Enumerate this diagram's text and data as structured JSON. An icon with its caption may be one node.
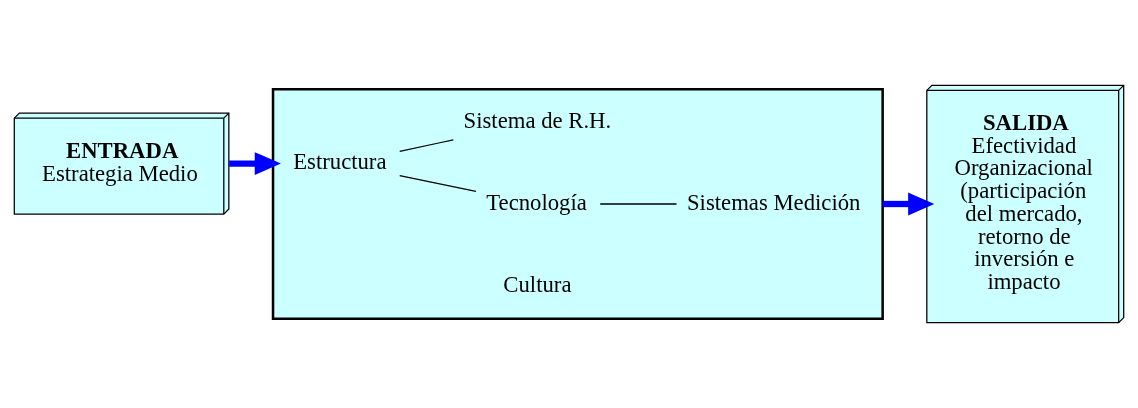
{
  "diagram": {
    "nodes": [
      {
        "text": [
          "ENTRADA",
          "Estrategia Medio"
        ]
      },
      {
        "text": [],
        "shape": "box"
      },
      {
        "text": [
          "Tecnología"
        ],
        "in": 1
      },
      {
        "text": [
          "Estructura"
        ],
        "in": 1
      },
      {
        "text": [
          "Cultura"
        ],
        "in": 1
      },
      {
        "text": [
          "Sistemas Medición"
        ],
        "in": 1
      },
      {
        "text": [
          "Sistema de R.H."
        ],
        "in": 1
      },
      {
        "text": [
          "SALIDA",
          "Efectividad Organizacional",
          "(participación del mercado, retorno de inversión e impacto"
        ]
      }
    ],
    "edges": [
      {
        "from": 0,
        "to": 1,
        "arrow": "to",
        "style": "thick",
        "color": "#0000ff"
      },
      {
        "from": 3,
        "to": 2,
        "arrow": "none"
      },
      {
        "from": 2,
        "to": 5,
        "arrow": "none"
      },
      {
        "from": 3,
        "to": 6,
        "arrow": "none"
      },
      {
        "from": 1,
        "to": 7,
        "arrow": "to",
        "style": "thick",
        "color": "#0000ff"
      }
    ]
  }
}
